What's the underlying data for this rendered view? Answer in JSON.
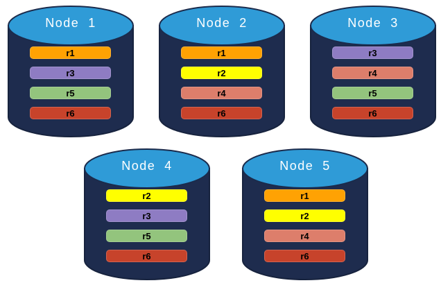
{
  "diagram": {
    "background": "#FFFFFF",
    "cylinder": {
      "body_color": "#1E2C4E",
      "body_outline": "#17233E",
      "top_color": "#2F9BD7",
      "top_outline": "#1B2B4C",
      "label_color": "#FFFFFF"
    },
    "replica_palette": {
      "r1": "#FFA203",
      "r2": "#FFFF00",
      "r3": "#8E7CC3",
      "r4": "#DD7E6B",
      "r5": "#93C47D",
      "r6": "#C7432B"
    },
    "bar_text_color": "#000000",
    "nodes": [
      {
        "id": "node-1",
        "label": "Node  1",
        "replicas": [
          {
            "label": "r1",
            "color": "#FFA203"
          },
          {
            "label": "r3",
            "color": "#8E7CC3"
          },
          {
            "label": "r5",
            "color": "#93C47D"
          },
          {
            "label": "r6",
            "color": "#C7432B"
          }
        ]
      },
      {
        "id": "node-2",
        "label": "Node  2",
        "replicas": [
          {
            "label": "r1",
            "color": "#FFA203"
          },
          {
            "label": "r2",
            "color": "#FFFF00"
          },
          {
            "label": "r4",
            "color": "#DD7E6B"
          },
          {
            "label": "r6",
            "color": "#C7432B"
          }
        ]
      },
      {
        "id": "node-3",
        "label": "Node  3",
        "replicas": [
          {
            "label": "r3",
            "color": "#8E7CC3"
          },
          {
            "label": "r4",
            "color": "#DD7E6B"
          },
          {
            "label": "r5",
            "color": "#93C47D"
          },
          {
            "label": "r6",
            "color": "#C7432B"
          }
        ]
      },
      {
        "id": "node-4",
        "label": "Node  4",
        "replicas": [
          {
            "label": "r2",
            "color": "#FFFF00"
          },
          {
            "label": "r3",
            "color": "#8E7CC3"
          },
          {
            "label": "r5",
            "color": "#93C47D"
          },
          {
            "label": "r6",
            "color": "#C7432B"
          }
        ]
      },
      {
        "id": "node-5",
        "label": "Node  5",
        "replicas": [
          {
            "label": "r1",
            "color": "#FFA203"
          },
          {
            "label": "r2",
            "color": "#FFFF00"
          },
          {
            "label": "r4",
            "color": "#DD7E6B"
          },
          {
            "label": "r6",
            "color": "#C7432B"
          }
        ]
      }
    ]
  }
}
